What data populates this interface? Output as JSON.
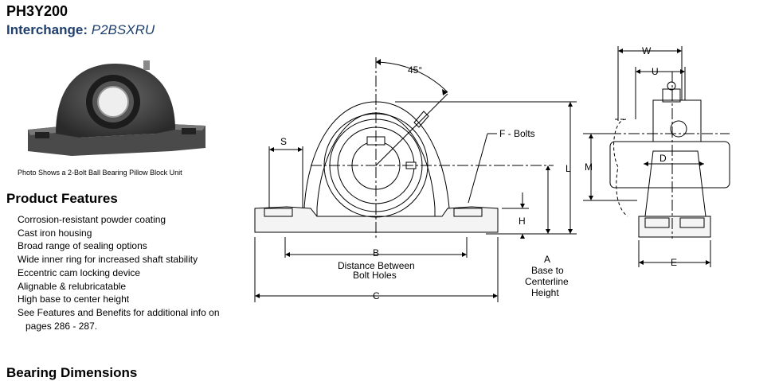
{
  "header": {
    "part_number": "PH3Y200",
    "interchange_label": "Interchange:",
    "interchange_value": "P2BSXRU"
  },
  "photo": {
    "caption": "Photo Shows a 2-Bolt Ball Bearing Pillow Block Unit"
  },
  "features": {
    "title": "Product Features",
    "items": [
      "Corrosion-resistant powder coating",
      "Cast iron housing",
      "Broad range of sealing options",
      "Wide inner ring for increased shaft stability",
      "Eccentric cam locking device",
      "Alignable & relubricatable",
      "High base to center height",
      "See Features and Benefits for additional info on"
    ],
    "continuation": "pages 286 - 287."
  },
  "drawing": {
    "angle": "45°",
    "s": "S",
    "f_bolts": "F - Bolts",
    "l": "L",
    "h": "H",
    "b": "B",
    "b_desc_1": "Distance Between",
    "b_desc_2": "Bolt Holes",
    "a": "A",
    "a_desc_1": "Base to",
    "a_desc_2": "Centerline",
    "a_desc_3": "Height",
    "c": "C",
    "w": "W",
    "u": "U",
    "m": "M",
    "d": "D",
    "e": "E"
  },
  "dimensions": {
    "title": "Bearing Dimensions"
  }
}
